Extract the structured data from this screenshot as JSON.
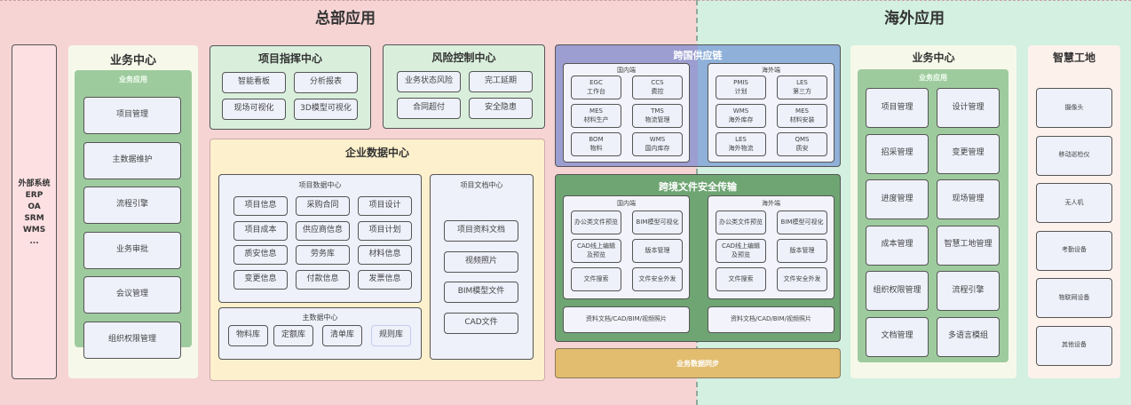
{
  "zones": {
    "hq_title": "总部应用",
    "overseas_title": "海外应用"
  },
  "external": {
    "lines": [
      "外部系统",
      "ERP",
      "OA",
      "SRM",
      "WMS",
      "..."
    ]
  },
  "hq_business": {
    "title": "业务中心",
    "subtitle": "业务应用",
    "items": [
      "项目管理",
      "主数据维护",
      "流程引擎",
      "业务审批",
      "会议管理",
      "组织权限管理"
    ]
  },
  "command_center": {
    "title": "项目指挥中心",
    "items": [
      "智能看板",
      "分析报表",
      "现场可视化",
      "3D模型可视化"
    ]
  },
  "risk_center": {
    "title": "风险控制中心",
    "items": [
      "业务状态风险",
      "完工延期",
      "合同超付",
      "安全隐患"
    ]
  },
  "data_center": {
    "title": "企业数据中心",
    "project_data": {
      "title": "项目数据中心",
      "items": [
        "项目信息",
        "采购合同",
        "项目设计",
        "项目成本",
        "供应商信息",
        "项目计划",
        "质安信息",
        "劳务库",
        "材料信息",
        "变更信息",
        "付款信息",
        "发票信息"
      ]
    },
    "master_data": {
      "title": "主数据中心",
      "items": [
        "物料库",
        "定额库",
        "清单库",
        "规则库"
      ]
    },
    "doc_center": {
      "title": "项目文档中心",
      "items": [
        "项目资料文档",
        "视频照片",
        "BIM模型文件",
        "CAD文件"
      ]
    }
  },
  "supply_chain": {
    "title": "跨国供应链",
    "domestic": {
      "title": "国内端",
      "items": [
        {
          "code": "EGC",
          "desc": "工作台"
        },
        {
          "code": "CCS",
          "desc": "费控"
        },
        {
          "code": "MES",
          "desc": "材料生产"
        },
        {
          "code": "TMS",
          "desc": "物流管理"
        },
        {
          "code": "BOM",
          "desc": "物料"
        },
        {
          "code": "WMS",
          "desc": "国内库存"
        }
      ]
    },
    "overseas": {
      "title": "海外端",
      "items": [
        {
          "code": "PMIS",
          "desc": "计划"
        },
        {
          "code": "LES",
          "desc": "第三方"
        },
        {
          "code": "WMS",
          "desc": "海外库存"
        },
        {
          "code": "MES",
          "desc": "材料安装"
        },
        {
          "code": "LES",
          "desc": "海外物流"
        },
        {
          "code": "QMS",
          "desc": "质安"
        }
      ]
    }
  },
  "file_transfer": {
    "title": "跨境文件安全传输",
    "domestic": {
      "title": "国内端",
      "items": [
        "办公类文件预览",
        "BIM模型可视化",
        "CAD线上编辑及预览",
        "版本管理",
        "文件搜索",
        "文件安全外发"
      ],
      "storage": "资料文档/CAD/BIM/视频照片"
    },
    "overseas": {
      "title": "海外端",
      "items": [
        "办公类文件预览",
        "BIM模型可视化",
        "CAD线上编辑及预览",
        "版本管理",
        "文件搜索",
        "文件安全外发"
      ],
      "storage": "资料文档/CAD/BIM/视频照片"
    }
  },
  "data_sync": {
    "label": "业务数据同步"
  },
  "os_business": {
    "title": "业务中心",
    "subtitle": "业务应用",
    "items": [
      "项目管理",
      "设计管理",
      "招采管理",
      "变更管理",
      "进度管理",
      "现场管理",
      "成本管理",
      "智慧工地管理",
      "组织权限管理",
      "流程引擎",
      "文档管理",
      "多语言模组"
    ]
  },
  "smart_site": {
    "title": "智慧工地",
    "items": [
      "摄像头",
      "移动巡检仪",
      "无人机",
      "考勤设备",
      "物联网设备",
      "其他设备"
    ]
  },
  "colors": {
    "hq_bg": "#f7d4d4",
    "overseas_bg": "#d3f0e0",
    "business_panel": "#f6f9ea",
    "app_green": "#9ecb9e",
    "top_panel_green": "#d9efdc",
    "data_center_bg": "#fdf0cc",
    "supply_purple": "#9c9dd0",
    "supply_blue": "#8fb0d8",
    "transfer_green": "#6fa573",
    "sync_gold": "#e2bd6f",
    "cell_bg": "#eef0fa"
  }
}
